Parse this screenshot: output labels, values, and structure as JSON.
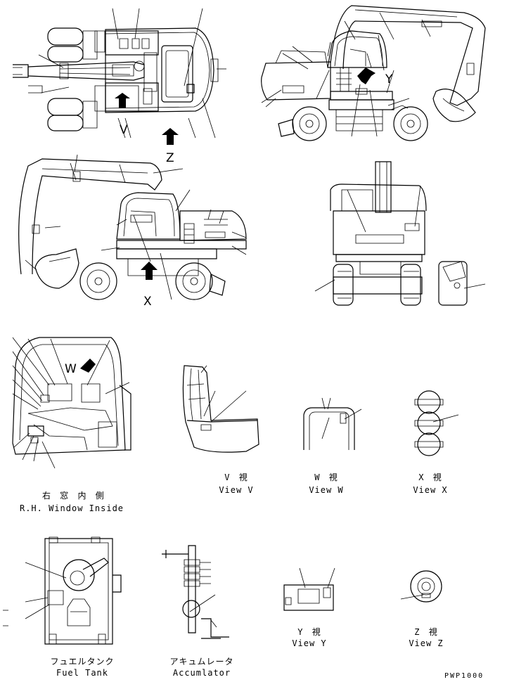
{
  "drawing_code": "PWP1000",
  "view_letters": {
    "v": "V",
    "w": "W",
    "x": "X",
    "y": "Y",
    "z": "Z"
  },
  "captions": {
    "window_jp": "右 窓 内 側",
    "window_en": "R.H. Window Inside",
    "view_v_jp": "V 視",
    "view_v_en": "View V",
    "view_w_jp": "W 視",
    "view_w_en": "View W",
    "view_x_jp": "X 視",
    "view_x_en": "View X",
    "fuel_jp": "フュエルタンク",
    "fuel_en": "Fuel Tank",
    "acc_jp": "アキュムレータ",
    "acc_en": "Accumlator",
    "view_y_jp": "Y 視",
    "view_y_en": "View Y",
    "view_z_jp": "Z 視",
    "view_z_en": "View Z"
  }
}
